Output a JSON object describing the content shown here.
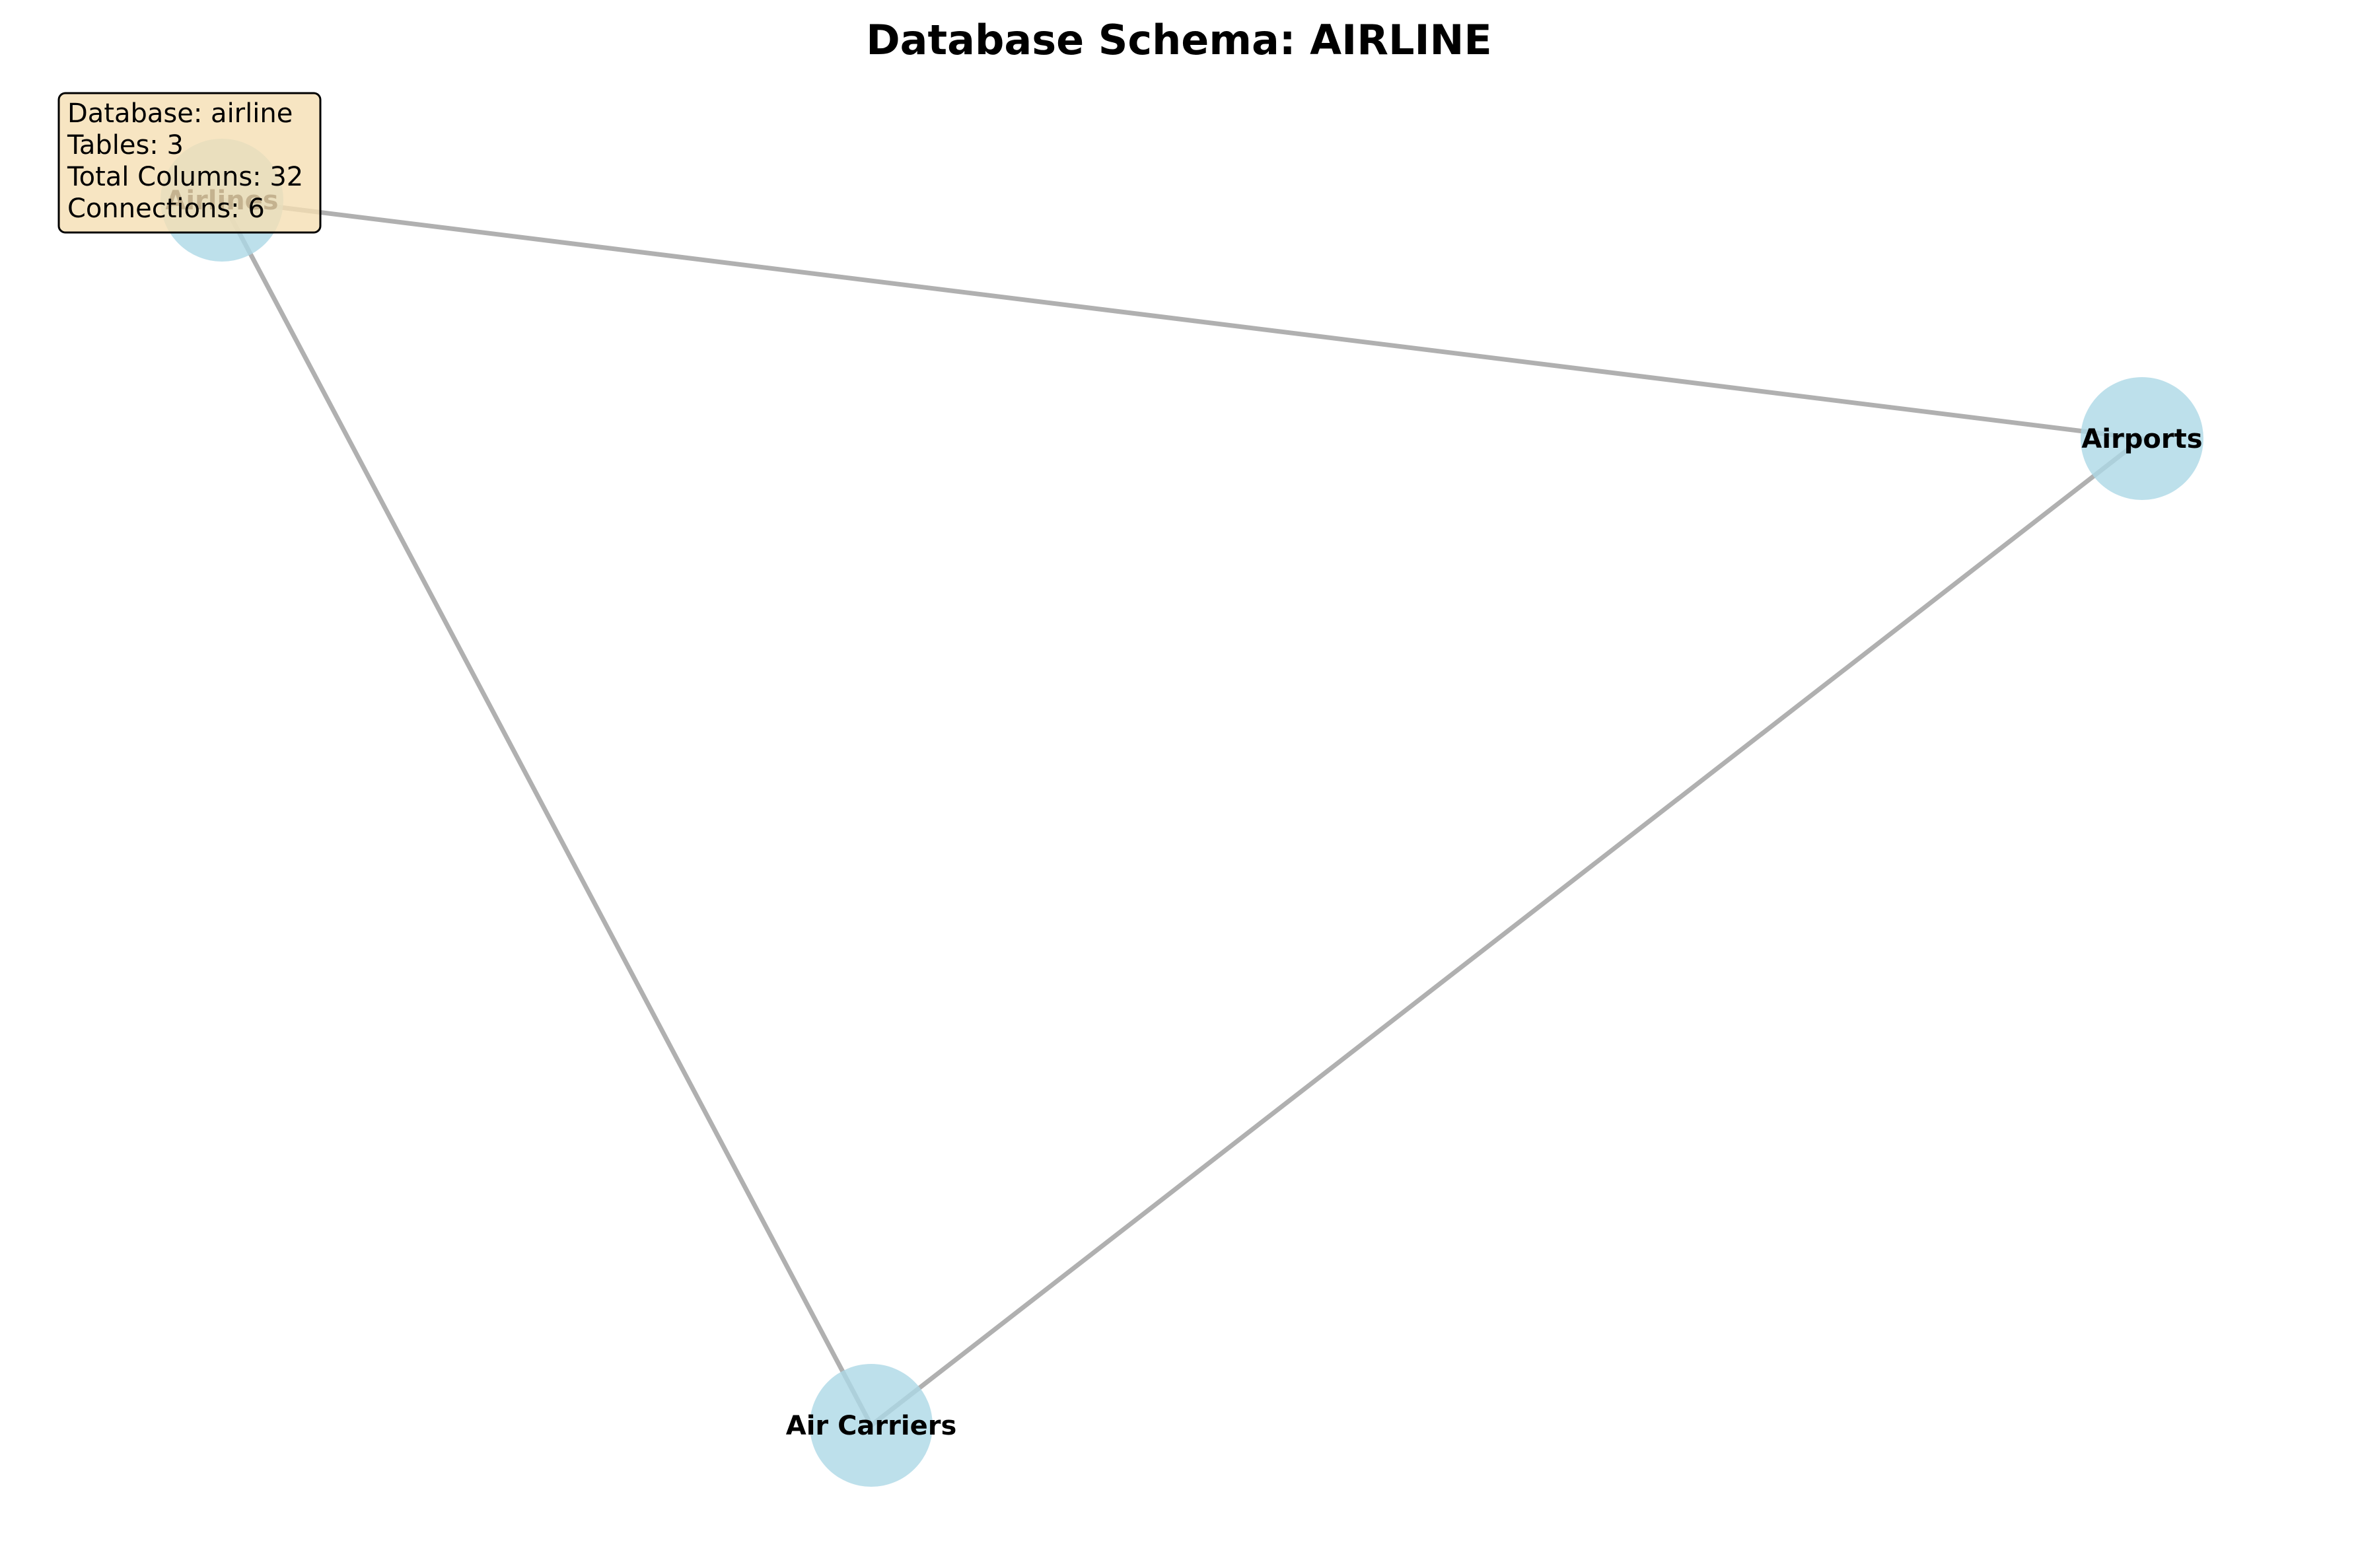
{
  "title": "Database Schema: AIRLINE",
  "colors": {
    "node_fill": "#add8e6",
    "edge": "#b0b0b0",
    "info_box_fill": "#f5deb3",
    "text": "#000000"
  },
  "nodes": [
    {
      "id": "airlines",
      "label": "Airlines"
    },
    {
      "id": "airports",
      "label": "Airports"
    },
    {
      "id": "air_carriers",
      "label": "Air Carriers"
    }
  ],
  "edges": [
    {
      "from": "airlines",
      "to": "airports"
    },
    {
      "from": "airlines",
      "to": "air_carriers"
    },
    {
      "from": "airports",
      "to": "air_carriers"
    }
  ],
  "info": {
    "lines": [
      "Database: airline",
      "Tables: 3",
      "Total Columns: 32",
      "Connections: 6"
    ]
  }
}
